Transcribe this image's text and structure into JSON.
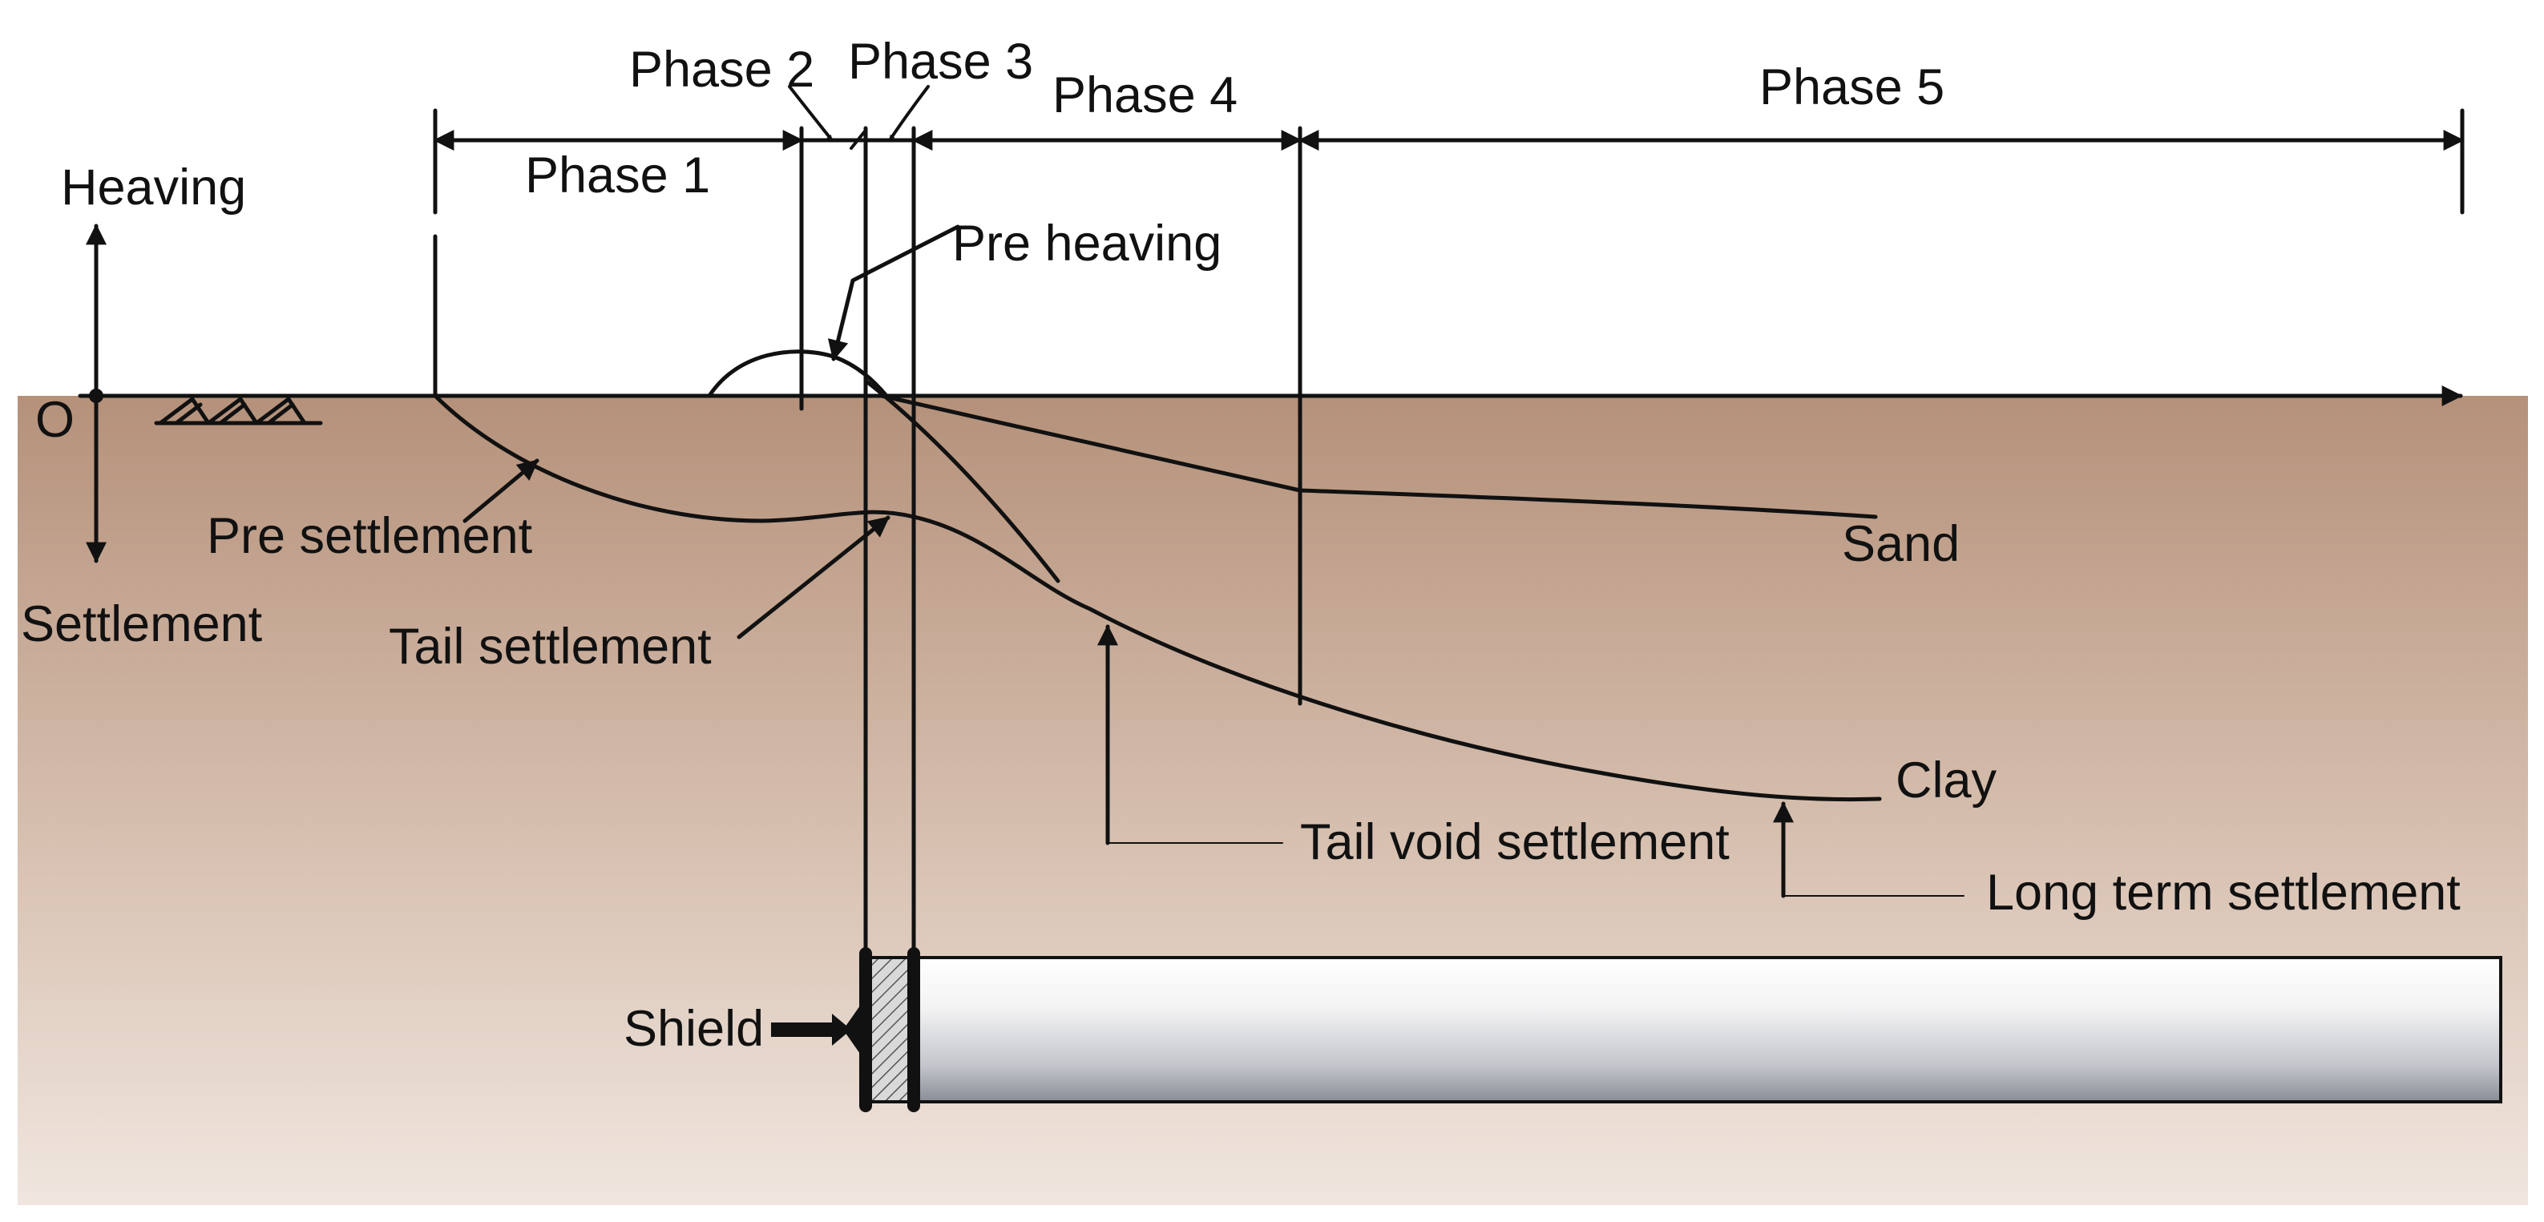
{
  "phases": {
    "phase1": "Phase 1",
    "phase2": "Phase 2",
    "phase3": "Phase 3",
    "phase4": "Phase 4",
    "phase5": "Phase 5"
  },
  "axis": {
    "heaving": "Heaving",
    "settlement": "Settlement",
    "origin": "O"
  },
  "annotations": {
    "pre_heaving": "Pre heaving",
    "pre_settlement": "Pre settlement",
    "tail_settlement": "Tail settlement",
    "tail_void_settlement": "Tail void settlement",
    "long_term_settlement": "Long term settlement"
  },
  "soils": {
    "sand": "Sand",
    "clay": "Clay"
  },
  "shield": {
    "label": "Shield"
  },
  "colors": {
    "soil_top": "#b5917a",
    "soil_bottom": "#f0e6df",
    "line": "#111111",
    "tunnel_top": "#ffffff",
    "tunnel_bottom": "#8a8d96"
  }
}
